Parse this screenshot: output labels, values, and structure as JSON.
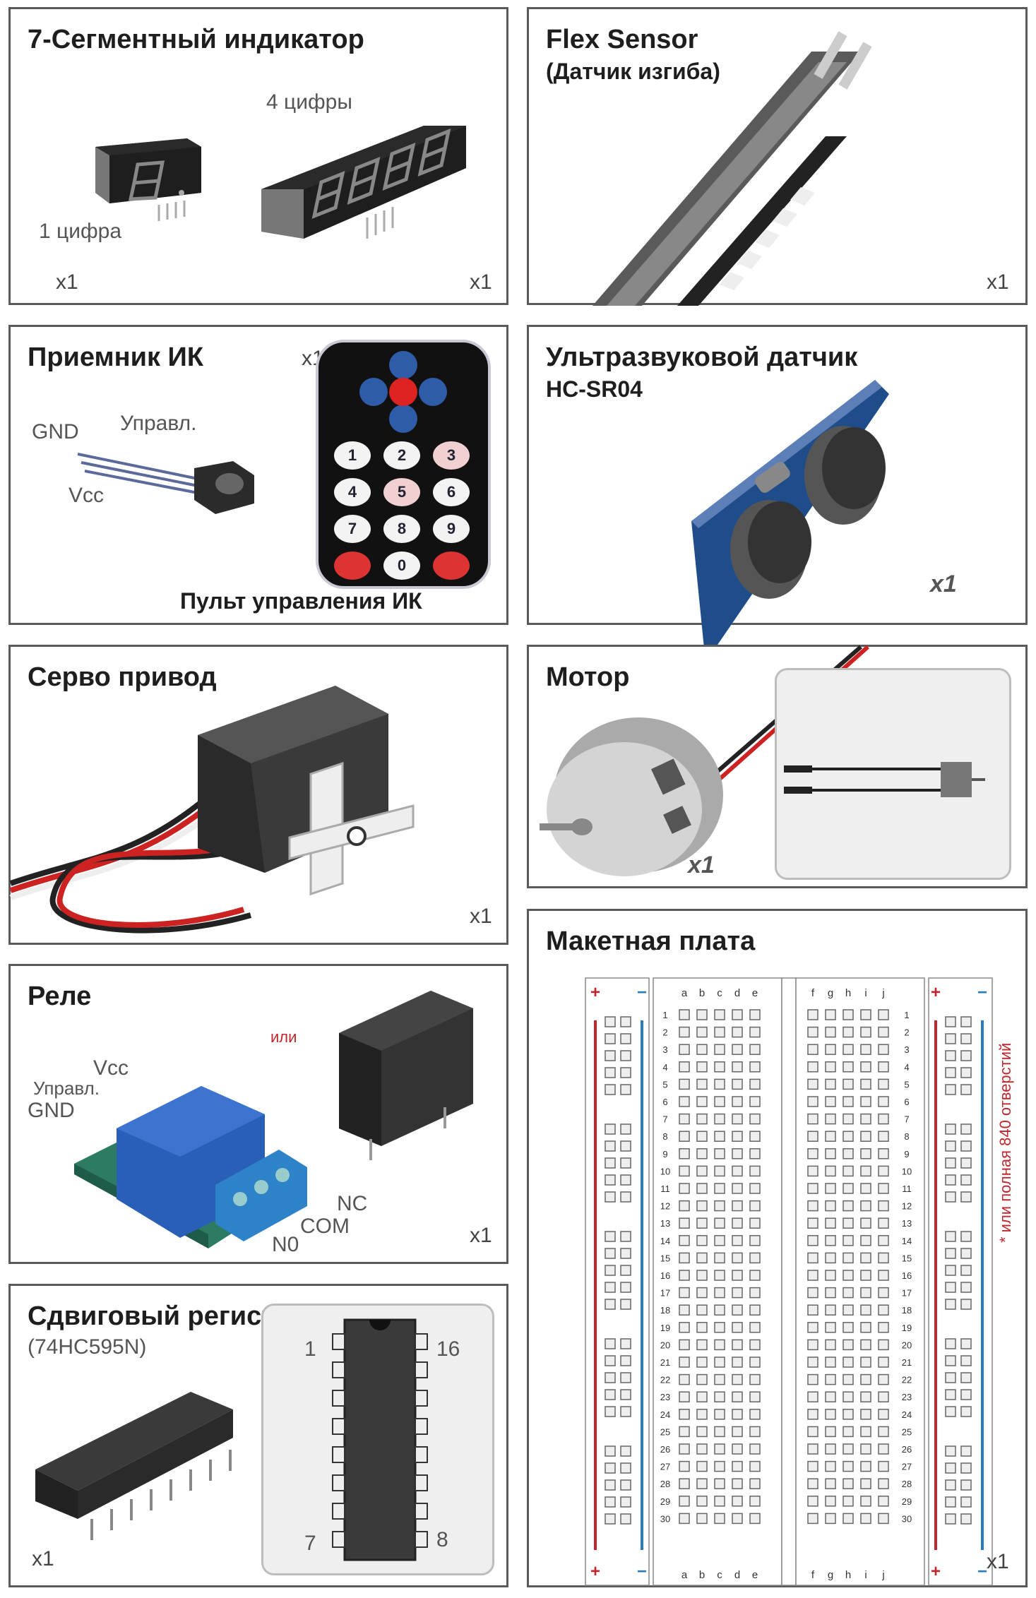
{
  "seven_segment": {
    "title": "7-Сегментный индикатор",
    "label_1": "1 цифра",
    "label_4": "4 цифры",
    "qty_1": "x1",
    "qty_4": "x1"
  },
  "flex": {
    "title": "Flex Sensor",
    "subtitle": "(Датчик изгиба)",
    "qty": "x1"
  },
  "ir": {
    "title": "Приемник ИК",
    "gnd": "GND",
    "ctrl": "Управл.",
    "vcc": "Vcc",
    "qty": "x1",
    "remote_label": "Пульт управления ИК",
    "keys": [
      "1",
      "2",
      "3",
      "4",
      "5",
      "6",
      "7",
      "8",
      "9",
      "",
      "0",
      ""
    ]
  },
  "ultrasonic": {
    "title": "Ультразвуковой датчик",
    "subtitle": "HC-SR04",
    "qty": "x1"
  },
  "servo": {
    "title": "Серво привод",
    "qty": "x1"
  },
  "motor": {
    "title": "Мотор",
    "qty": "x1"
  },
  "relay": {
    "title": "Реле",
    "vcc": "Vcc",
    "ctrl": "Управл.",
    "gnd": "GND",
    "or": "или",
    "nc": "NC",
    "com": "COM",
    "no": "N0",
    "qty": "x1"
  },
  "shift": {
    "title": "Сдвиговый регистр",
    "subtitle": "(74HC595N)",
    "qty": "x1",
    "pin1": "1",
    "pin16": "16",
    "pin7": "7",
    "pin8": "8"
  },
  "breadboard": {
    "title": "Макетная плата",
    "qty": "x1",
    "note": "* или полная 840 отверстий",
    "plus": "+",
    "minus": "−",
    "cols_left": [
      "a",
      "b",
      "c",
      "d",
      "e"
    ],
    "cols_right": [
      "f",
      "g",
      "h",
      "i",
      "j"
    ],
    "rows": 30
  },
  "colors": {
    "border": "#5a5a5a",
    "red": "#c0272d",
    "blue": "#2b7bbf"
  }
}
